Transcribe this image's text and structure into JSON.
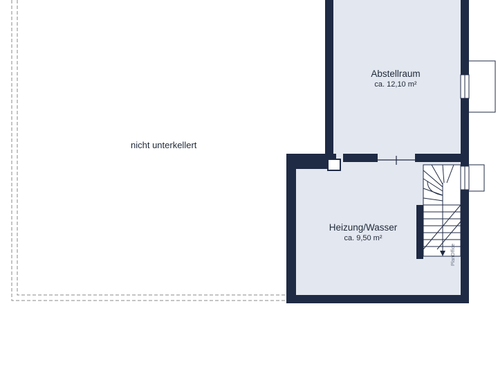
{
  "rooms": [
    {
      "name": "Abstellraum",
      "area": "ca. 12,10 m²"
    },
    {
      "name": "Heizung/Wasser",
      "area": "ca. 9,50 m²"
    }
  ],
  "unbuilt_area": {
    "label": "nicht unterkellert"
  },
  "watermark": {
    "text": "PlanOffice"
  },
  "colors": {
    "wall": "#1f2a44",
    "floor": "#e3e7ef",
    "dashed_outline": "#7d7d7d",
    "text": "#1f2a3a"
  }
}
